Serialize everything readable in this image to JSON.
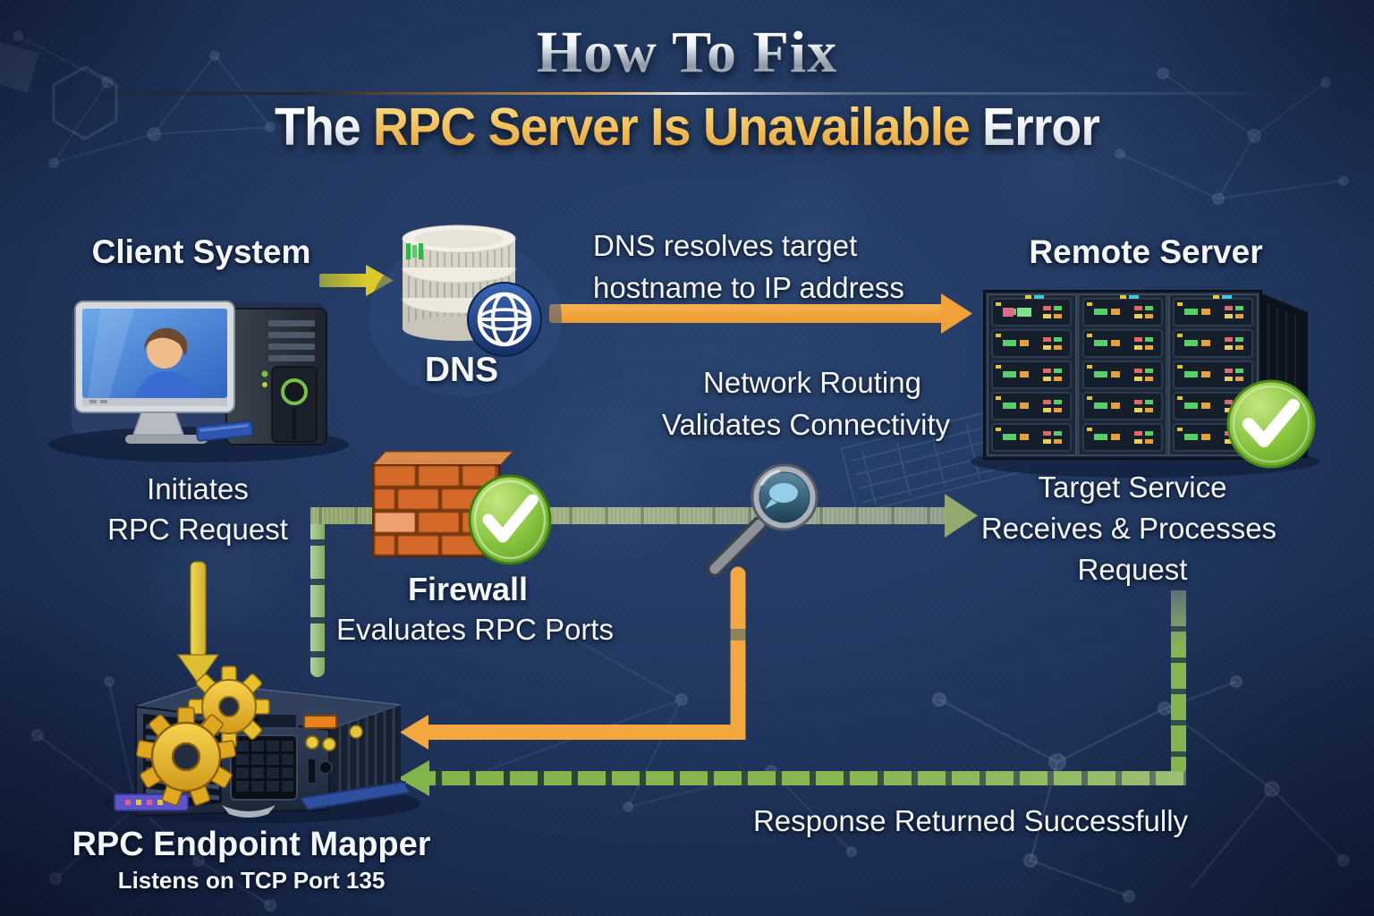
{
  "title": {
    "line1": "How To Fix",
    "line2_prefix": "The",
    "line2_highlight": "RPC Server Is Unavailable",
    "line2_suffix": "Error"
  },
  "client": {
    "label": "Client System",
    "action_line1": "Initiates",
    "action_line2": "RPC Request"
  },
  "dns": {
    "label": "DNS",
    "caption_line1": "DNS resolves target",
    "caption_line2": "hostname to IP address"
  },
  "remote_server": {
    "label": "Remote Server",
    "result_line1": "Target Service",
    "result_line2": "Receives & Processes",
    "result_line3": "Request"
  },
  "routing": {
    "caption_line1": "Network Routing",
    "caption_line2": "Validates Connectivity"
  },
  "firewall": {
    "label": "Firewall",
    "caption": "Evaluates RPC Ports"
  },
  "endpoint_mapper": {
    "label": "RPC Endpoint Mapper",
    "caption": "Listens on TCP Port 135"
  },
  "response": {
    "caption": "Response Returned Successfully"
  },
  "colors": {
    "background_navy": "#1d3155",
    "title_gold": "#f2bc54",
    "arrow_orange": "#f2a440",
    "arrow_yellow": "#e0c437",
    "beam_sage_green": "#a9bc82",
    "return_green": "#83b44b",
    "check_green": "#76b82e",
    "firewall_brick": "#d4692a"
  },
  "icons": {
    "check_glyph": "✓"
  }
}
